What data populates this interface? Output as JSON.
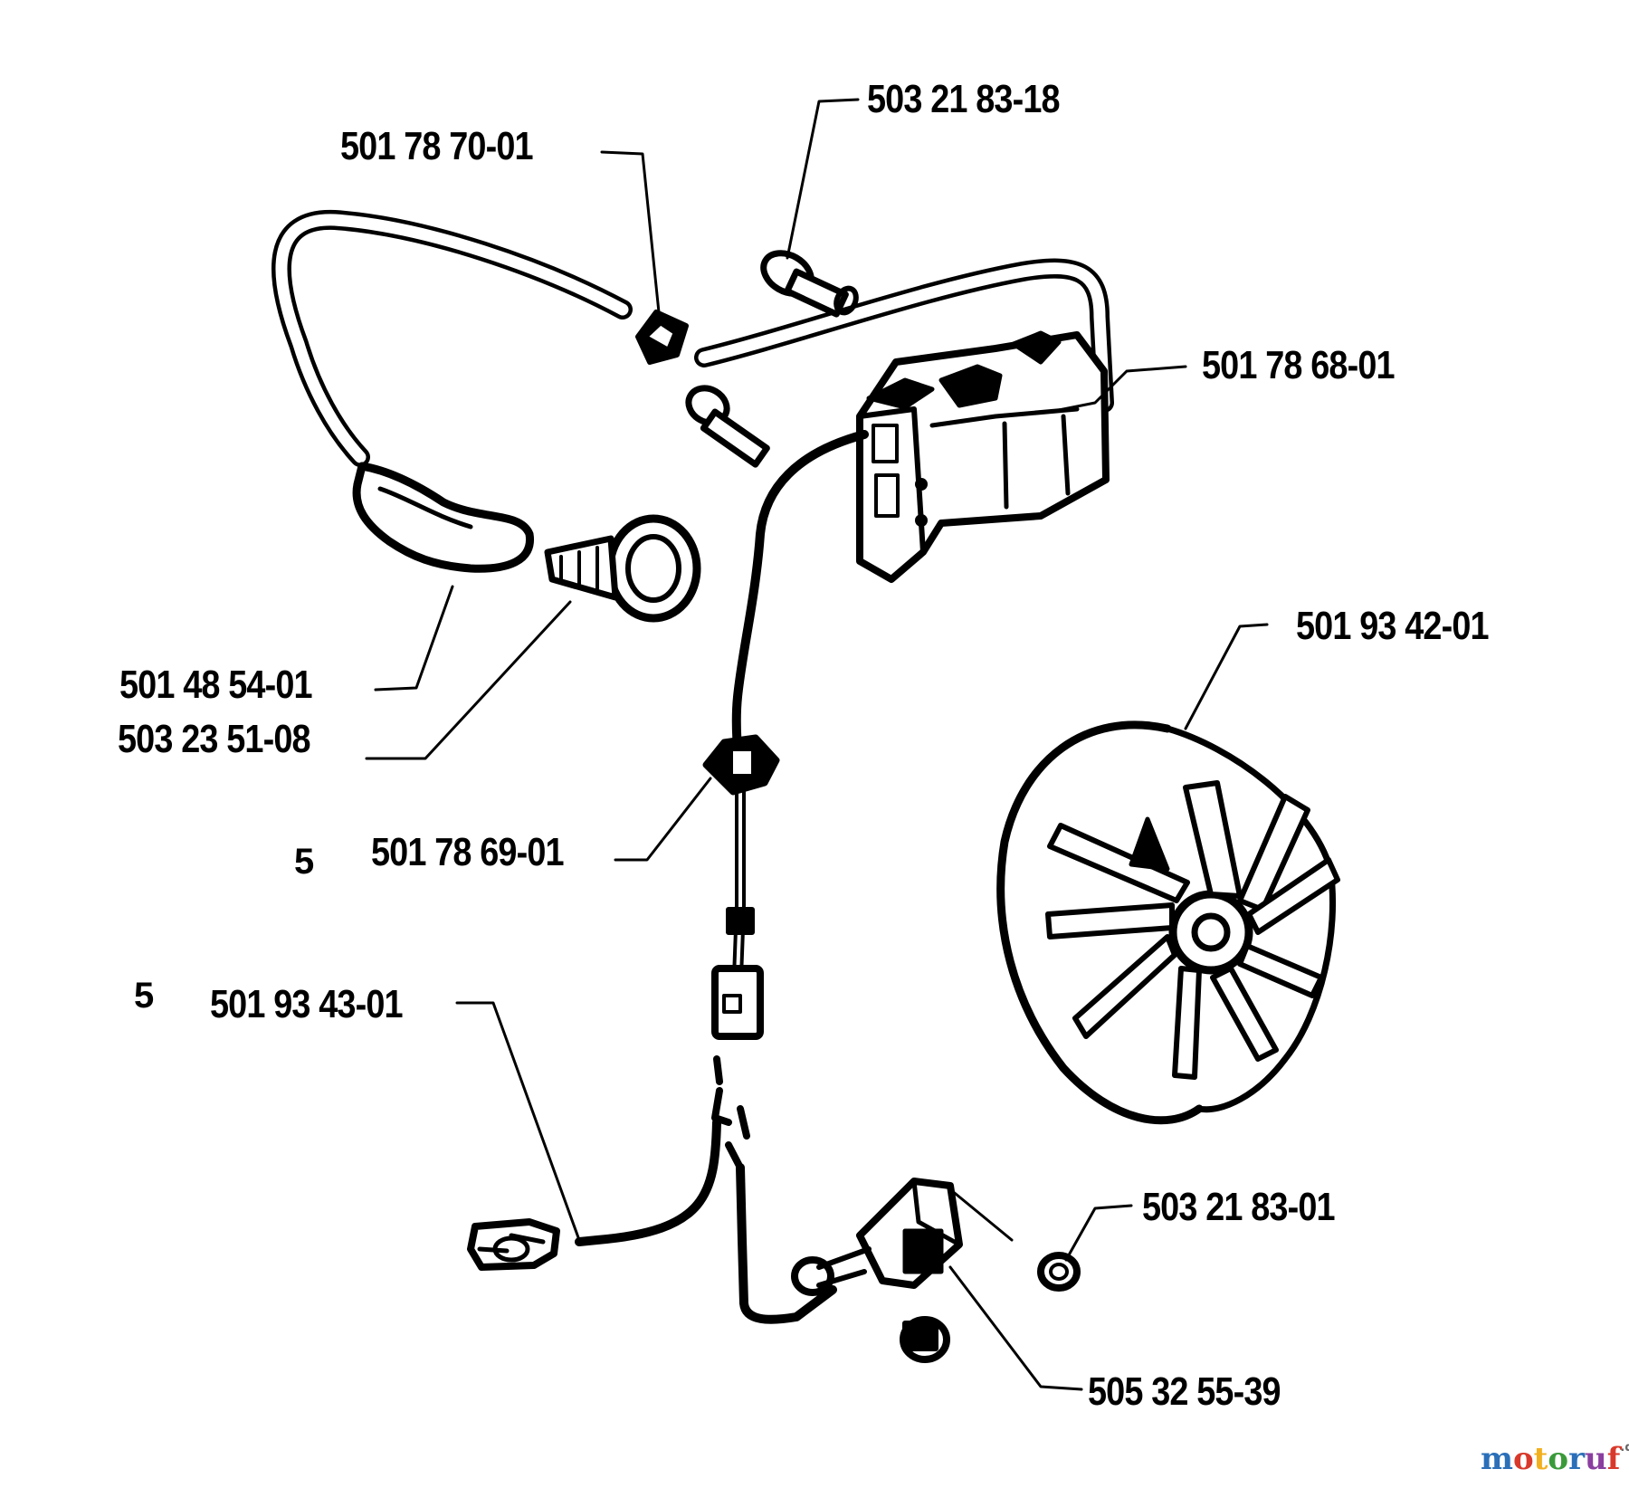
{
  "parts": [
    {
      "id": "p1",
      "number": "503 21 83-18"
    },
    {
      "id": "p2",
      "number": "501 78 70-01"
    },
    {
      "id": "p3",
      "number": "501 78 68-01"
    },
    {
      "id": "p4",
      "number": "501 93 42-01"
    },
    {
      "id": "p5",
      "number": "501 48 54-01"
    },
    {
      "id": "p6",
      "number": "503 23 51-08"
    },
    {
      "id": "p7",
      "number": "501 78 69-01"
    },
    {
      "id": "p8",
      "number": "501 93 43-01"
    },
    {
      "id": "p9",
      "number": "503 21 83-01"
    },
    {
      "id": "p10",
      "number": "505 32 55-39"
    }
  ],
  "stray_marks": [
    "5",
    "5"
  ],
  "watermark": {
    "text": "motoruf",
    "suffix": ".de",
    "colors": [
      "#2a6fb8",
      "#d8392b",
      "#f2b01e",
      "#3a9a3a",
      "#2a6fb8",
      "#8a3fa0",
      "#d8392b"
    ]
  }
}
